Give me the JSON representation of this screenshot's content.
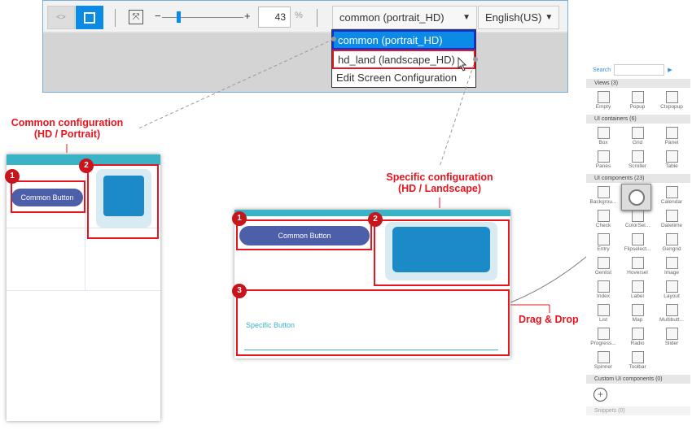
{
  "toolbar": {
    "zoom_value": "43",
    "zoom_unit": "%",
    "zoom_minus": "−",
    "zoom_plus": "+",
    "zoom_level_percent": 43,
    "config_select": "common (portrait_HD)",
    "language_select": "English(US)"
  },
  "dropdown": {
    "options": [
      "common (portrait_HD)",
      "hd_land (landscape_HD)",
      "Edit Screen Configuration"
    ]
  },
  "annotations": {
    "common_title": "Common configuration",
    "common_sub": "(HD / Portrait)",
    "specific_title": "Specific configuration",
    "specific_sub": "(HD / Landscape)",
    "drag_drop": "Drag & Drop",
    "badges": [
      "1",
      "2",
      "3"
    ]
  },
  "portrait": {
    "button": "Common Button"
  },
  "landscape": {
    "button": "Common Button",
    "specific_button": "Specific Button"
  },
  "palette": {
    "search": "Search",
    "categories": [
      {
        "label": "Views (3)",
        "items": [
          "Empty",
          "Popup",
          "Ctxpopup"
        ]
      },
      {
        "label": "UI containers (6)",
        "items": [
          "Box",
          "Grid",
          "Panel",
          "Panes",
          "Scroller",
          "Table"
        ]
      },
      {
        "label": "UI components (23)",
        "items": [
          "Backgrou...",
          "",
          "Calendar",
          "Check",
          "ColorSel...",
          "Datetime",
          "Entry",
          "Flipselect...",
          "Gengrid",
          "Genlist",
          "Hoversel",
          "Image",
          "Index",
          "Label",
          "Layout",
          "List",
          "Map",
          "Multibutt...",
          "Progress...",
          "Radio",
          "Slider",
          "Spinner",
          "Toolbar"
        ]
      },
      {
        "label": "Custom UI components (0)",
        "items": []
      },
      {
        "label": "Snippets (0)",
        "items": []
      }
    ]
  },
  "colors": {
    "accent": "#0b8be6",
    "annotation": "#e8141e",
    "button": "#4d5fa8",
    "header": "#3bb3c7"
  }
}
